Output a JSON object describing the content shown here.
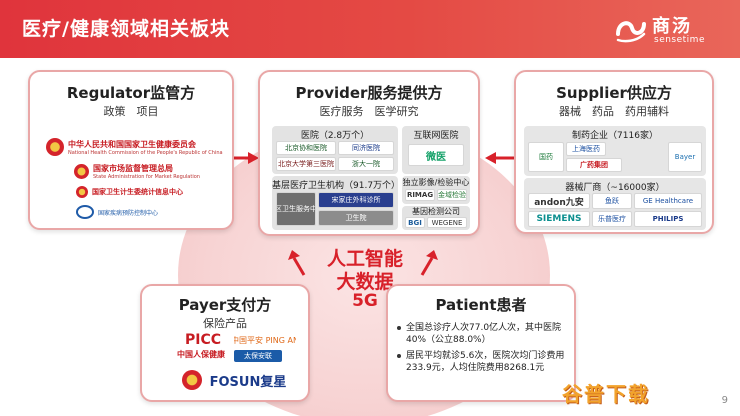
{
  "header": {
    "title": "医疗/健康领域相关板块",
    "logo_cn": "商汤",
    "logo_en": "sensetime"
  },
  "regulator": {
    "title": "Regulator监管方",
    "subtitle": "政策　项目",
    "logos": [
      {
        "name": "中华人民共和国国家卫生健康委员会",
        "sub": "National Health Commission of the People's Republic of China"
      },
      {
        "name": "国家市场监督管理总局",
        "sub": "State Administration for Market Regulation"
      },
      {
        "name": "国家卫生计生委统计信息中心",
        "sub": ""
      },
      {
        "name": "国家疾病预防控制中心",
        "sub": ""
      }
    ]
  },
  "provider": {
    "title": "Provider服务提供方",
    "subtitle": "医疗服务　医学研究",
    "hospital": {
      "label": "医院（2.8万个）",
      "logos": [
        "北京协和医院",
        "北京大学第三医院",
        "同济医院",
        "浙大一院"
      ]
    },
    "internet": {
      "label": "互联网医院",
      "logos": [
        "微医"
      ]
    },
    "primary": {
      "label": "基层医疗卫生机构（91.7万个）",
      "logos": [
        "社区卫生服务中心",
        "宋家庄外科诊所",
        "卫生院"
      ]
    },
    "imaging": {
      "label": "独立影像/检验中心",
      "logos": [
        "RIMAG",
        "金域检验"
      ]
    },
    "genetic": {
      "label": "基因检测公司",
      "logos": [
        "BGI",
        "WEGENE"
      ]
    }
  },
  "supplier": {
    "title": "Supplier供应方",
    "subtitle": "器械　药品　药用辅料",
    "pharma": {
      "label": "制药企业（7116家）",
      "logos": [
        "国药",
        "上海医药",
        "广药集团",
        "Bayer"
      ]
    },
    "device": {
      "label": "器械厂商（~16000家）",
      "logos": [
        "andon九安",
        "鱼跃",
        "GE Healthcare",
        "SIEMENS",
        "乐普医疗",
        "PHILIPS"
      ]
    }
  },
  "payer": {
    "title": "Payer支付方",
    "subtitle": "保险产品",
    "logos": [
      "PICC",
      "中国人保健康",
      "中国平安 PING AN",
      "太保安联",
      "FOSUN复星"
    ]
  },
  "patient": {
    "title": "Patient患者",
    "bullets": [
      "全国总诊疗人次77.0亿人次，其中医院40%（公立88.0%）",
      "居民平均就诊5.6次，医院次均门诊费用233.9元，人均住院费用8268.1元"
    ]
  },
  "center": {
    "line1": "人工智能",
    "line2": "大数据",
    "line3": "5G"
  },
  "page_number": "9",
  "watermark": "谷普下载",
  "colors": {
    "accent": "#d8212a",
    "header": "#e0343c",
    "card_border": "#e9a7a7",
    "circle": "#f7d3d3"
  }
}
